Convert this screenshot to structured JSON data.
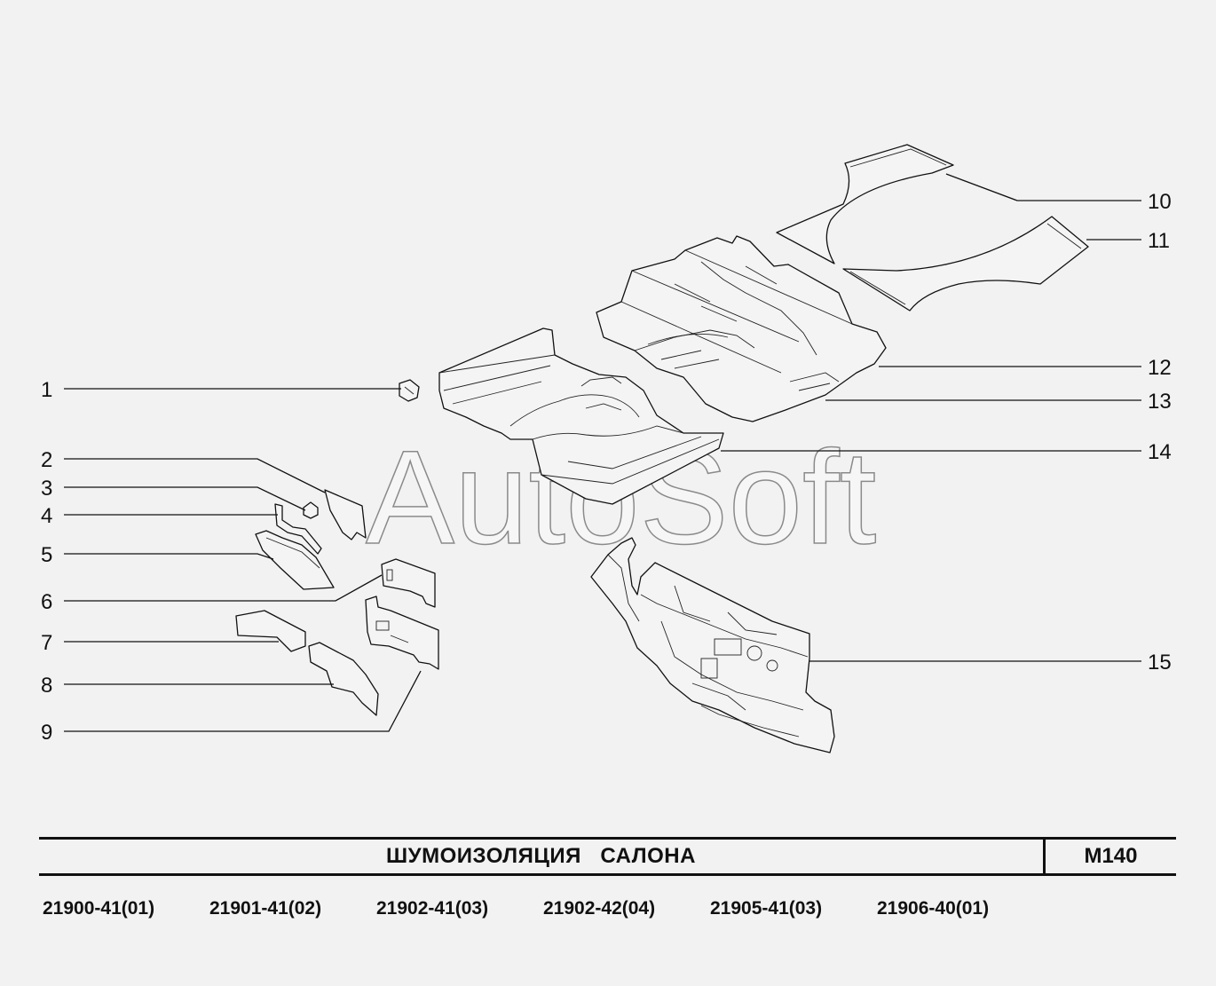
{
  "watermark": "AutoSoft",
  "title": "ШУМОИЗОЛЯЦИЯ   САЛОНА",
  "code": "M140",
  "callouts": [
    "1",
    "2",
    "3",
    "4",
    "5",
    "6",
    "7",
    "8",
    "9",
    "10",
    "11",
    "12",
    "13",
    "14",
    "15"
  ],
  "models": [
    "21900-41(01)",
    "21901-41(02)",
    "21902-41(03)",
    "21902-42(04)",
    "21905-41(03)",
    "21906-40(01)"
  ]
}
